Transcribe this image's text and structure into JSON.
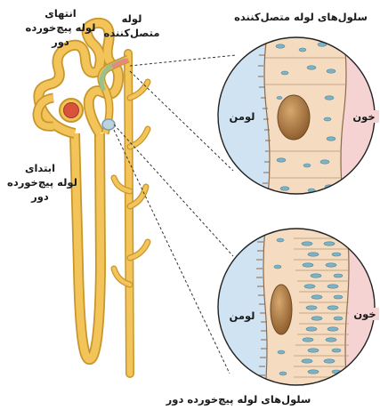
{
  "labels": {
    "late_end_line1": "انتهای",
    "late_end_line2": "لوله پیچ‌خورده",
    "late_end_line3": "دور",
    "collecting_line1": "لوله",
    "collecting_line2": "متصل‌کننده",
    "collecting_cells": "سلول‌های لوله متصل‌کننده",
    "early_line1": "ابتدای",
    "early_line2": "لوله پیچ‌خورده",
    "early_line3": "دور",
    "lumen_top": "لومن",
    "blood_top": "خون",
    "lumen_bottom": "لومن",
    "blood_bottom": "خون",
    "distal_cells": "سلول‌های لوله پیچ‌خورده دور"
  },
  "colors": {
    "tubule_fill": "#f2c45a",
    "tubule_stroke": "#c8962a",
    "lumen_tint": "#cfe3f2",
    "blood_tint": "#f6d3d3",
    "cytoplasm": "#f5dcc0",
    "nucleus": "#a97a45",
    "mitochondria": "#7fb2c4",
    "glomerulus": "#d9523c"
  }
}
